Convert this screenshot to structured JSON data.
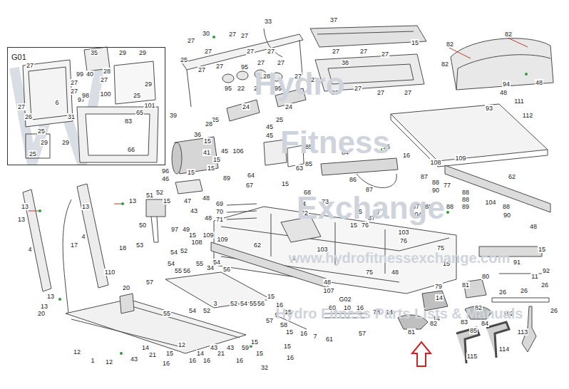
{
  "diagram": {
    "nodes": [
      {
        "text": [
          "G01"
        ]
      }
    ],
    "labels": [
      "35",
      "27",
      "29",
      "29",
      "99",
      "40",
      "28",
      "27",
      "27",
      "97",
      "29",
      "27",
      "98",
      "100",
      "27",
      "6",
      "101",
      "25",
      "65",
      "26",
      "31",
      "83",
      "25",
      "29",
      "29",
      "25",
      "66",
      "30",
      "27",
      "27",
      "27",
      "33",
      "27",
      "27",
      "27",
      "25",
      "27",
      "27",
      "95",
      "27",
      "27",
      "28",
      "95",
      "22",
      "22",
      "95",
      "37",
      "15",
      "27",
      "27",
      "27",
      "38",
      "27",
      "27",
      "27",
      "27",
      "27",
      "27",
      "24",
      "24",
      "25",
      "25",
      "39",
      "36",
      "28",
      "15",
      "41",
      "45",
      "45",
      "15",
      "45",
      "106",
      "89",
      "15",
      "64",
      "63",
      "85",
      "15",
      "16",
      "85",
      "84",
      "96",
      "46",
      "15",
      "52",
      "15",
      "47",
      "48",
      "43",
      "48",
      "51",
      "50",
      "97",
      "49",
      "15",
      "108",
      "109",
      "13",
      "13",
      "13",
      "13",
      "4",
      "4",
      "17",
      "18",
      "53",
      "54",
      "52",
      "110",
      "69",
      "70",
      "71",
      "67",
      "15",
      "68",
      "74",
      "72",
      "73",
      "86",
      "87",
      "93",
      "82",
      "82",
      "82",
      "94",
      "48",
      "48",
      "111",
      "112",
      "108",
      "109",
      "62",
      "87",
      "88",
      "90",
      "77",
      "88",
      "88",
      "89",
      "104",
      "88",
      "90",
      "48",
      "87",
      "88",
      "104",
      "88",
      "87",
      "76",
      "77",
      "103",
      "76",
      "75",
      "75",
      "15",
      "48",
      "75",
      "103",
      "91",
      "15",
      "92",
      "15",
      "48",
      "107",
      "62",
      "2",
      "109",
      "80",
      "81",
      "79",
      "14",
      "26",
      "26",
      "26",
      "11",
      "102",
      "82",
      "83",
      "84",
      "85",
      "14",
      "78",
      "14",
      "82",
      "81",
      "113",
      "115",
      "114",
      "26",
      "34",
      "56",
      "55",
      "54",
      "55",
      "54",
      "56",
      "20",
      "20",
      "13",
      "13",
      "3",
      "55",
      "54",
      "52",
      "52",
      "54",
      "55",
      "56",
      "57",
      "15",
      "16",
      "15",
      "9",
      "57",
      "58",
      "15",
      "16",
      "60",
      "10",
      "16",
      "7",
      "61",
      "57",
      "G02",
      "12",
      "1",
      "12",
      "43",
      "14",
      "21",
      "15",
      "16",
      "12",
      "14",
      "43",
      "21",
      "16",
      "16",
      "59",
      "15",
      "43",
      "15",
      "15",
      "32",
      "16",
      "16",
      "Hydro",
      "Fitness",
      "Exchange",
      "www.hydrofitnessexchange.com",
      "Hydro Fitness Parts Lists & Manuals"
    ]
  }
}
